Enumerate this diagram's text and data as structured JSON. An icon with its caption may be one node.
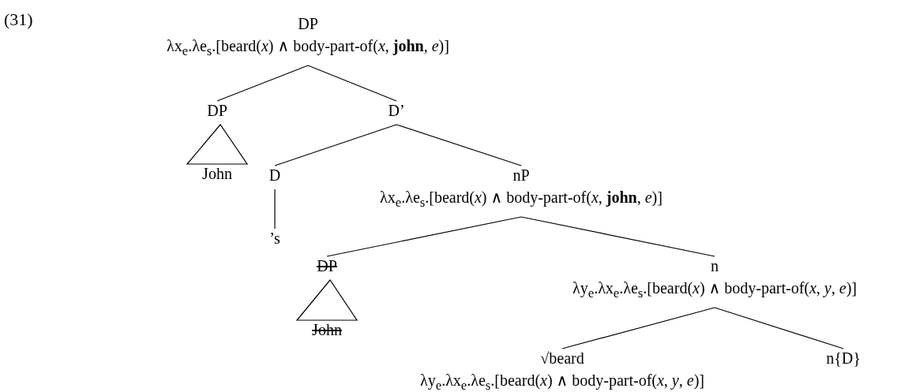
{
  "diagram": {
    "nodes": [
      {
        "text": [
          "DP",
          "λx$_{e}$.λe$_{s}$.[beard(*x*) ∧ body-part-of(*x*, **john**, *e*)]"
        ]
      },
      {
        "text": [
          "DP"
        ]
      },
      {
        "text": [
          "John"
        ]
      },
      {
        "text": [
          "D’"
        ]
      },
      {
        "text": [
          "D"
        ]
      },
      {
        "text": [
          "’s"
        ]
      },
      {
        "text": [
          "nP",
          "λx$_{e}$.λe$_{s}$.[beard(*x*) ∧ body-part-of(*x*, **john**, *e*)]"
        ]
      },
      {
        "text": [
          "DP"
        ]
      },
      {
        "text": [
          "John"
        ]
      },
      {
        "text": [
          "n",
          "λy$_{e}$.λx$_{e}$.λe$_{s}$.[beard(*x*) ∧ body-part-of(*x*, *y*, *e*)]"
        ]
      },
      {
        "text": [
          "√beard",
          "λy$_{e}$.λx$_{e}$.λe$_{s}$.[beard(*x*) ∧ body-part-of(*x*, *y*, *e*)]"
        ]
      },
      {
        "text": [
          "n{D}"
        ]
      }
    ],
    "edges": [
      {
        "from": 0,
        "to": 1,
        "arrow": "none"
      },
      {
        "from": 0,
        "to": 3,
        "arrow": "none"
      },
      {
        "from": 1,
        "to": 2,
        "arrow": "none"
      },
      {
        "from": 3,
        "to": 4,
        "arrow": "none"
      },
      {
        "from": 3,
        "to": 6,
        "arrow": "none"
      },
      {
        "from": 4,
        "to": 5,
        "arrow": "none"
      },
      {
        "from": 6,
        "to": 7,
        "arrow": "none"
      },
      {
        "from": 6,
        "to": 9,
        "arrow": "none"
      },
      {
        "from": 7,
        "to": 8,
        "arrow": "none"
      },
      {
        "from": 9,
        "to": 10,
        "arrow": "none"
      },
      {
        "from": 9,
        "to": 11,
        "arrow": "none"
      }
    ],
    "labels": [
      "(31)"
    ]
  }
}
